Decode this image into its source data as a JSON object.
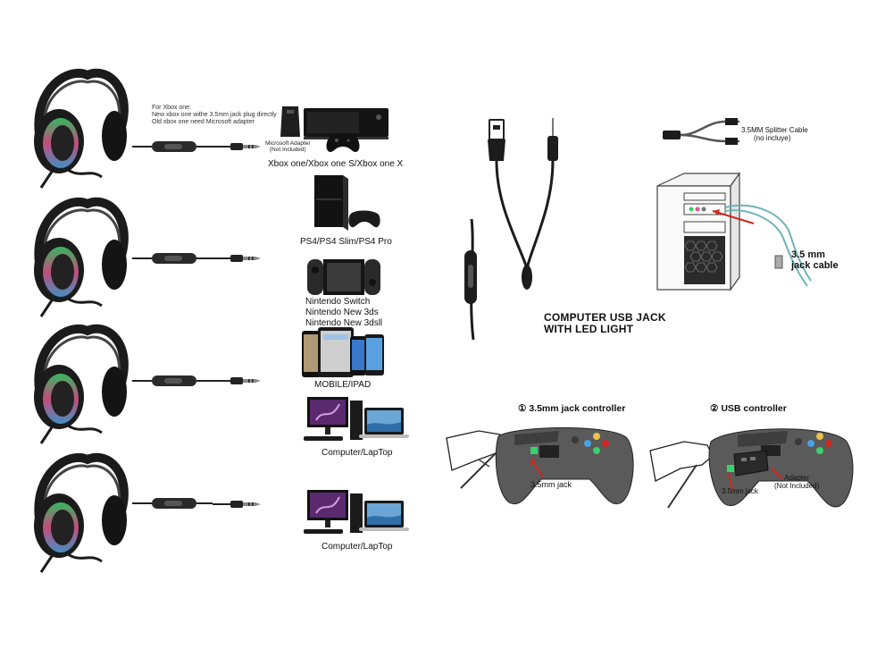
{
  "rows": [
    {
      "note_title": "For Xbox one:",
      "note_line1": "New xbox one withe 3.5mm jack plug directly",
      "note_line2": "Old xbox one need Microsoft adapter",
      "adapter_line1": "Microsoft Adapter",
      "adapter_line2": "(Not Included)",
      "device_label": "Xbox one/Xbox one S/Xbox one X"
    },
    {
      "device_label": "PS4/PS4 Slim/PS4 Pro"
    },
    {
      "device_line1": "Nintendo Switch",
      "device_line2": "Nintendo New 3ds",
      "device_line3": "Nintendo New 3dsll"
    },
    {
      "device_label": "MOBILE/IPAD"
    },
    {
      "device_label": "Computer/LapTop"
    },
    {
      "device_label": "Computer/LapTop"
    }
  ],
  "pc": {
    "usb_label_line1": "COMPUTER USB JACK",
    "usb_label_line2": "WITH LED LIGHT",
    "splitter_line1": "3.5MM Splitter Cable",
    "splitter_line2": "(no incluye)",
    "jack_line1": "3.5 mm",
    "jack_line2": "jack cable"
  },
  "controllers": {
    "jack_title": "① 3.5mm jack controller",
    "jack_label": "3.5mm jack",
    "usb_title": "② USB controller",
    "usb_jack_label": "3.5mm jack",
    "usb_adapter_line1": "Adapter",
    "usb_adapter_line2": "(Not Included)"
  },
  "colors": {
    "headset_body": "#1b1b1b",
    "rgb_green": "#3ad16b",
    "rgb_pink": "#e0568c",
    "rgb_blue": "#4aa3e0",
    "controller_gray": "#5a5a5a",
    "arrow_red": "#d0271e",
    "cable_teal": "#6fb3b8"
  }
}
